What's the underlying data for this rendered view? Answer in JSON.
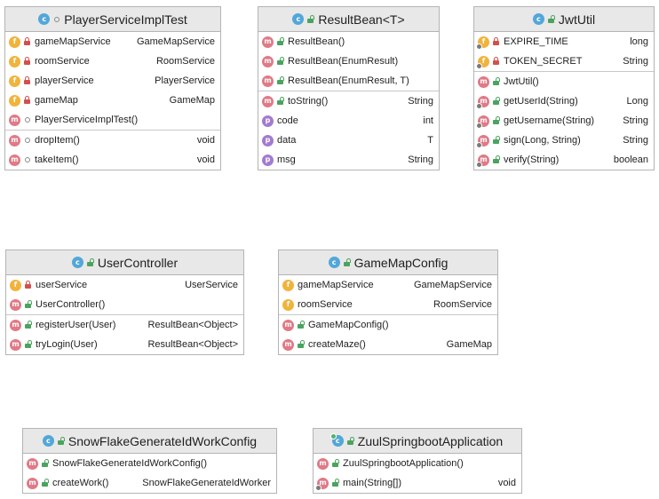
{
  "classes": [
    {
      "name": "PlayerServiceImplTest",
      "kind_icon": "class-icon",
      "vis": "package",
      "sections": [
        [
          {
            "k": "f",
            "v": "private",
            "n": "gameMapService",
            "t": "GameMapService"
          },
          {
            "k": "f",
            "v": "private",
            "n": "roomService",
            "t": "RoomService"
          },
          {
            "k": "f",
            "v": "private",
            "n": "playerService",
            "t": "PlayerService"
          },
          {
            "k": "f",
            "v": "private",
            "n": "gameMap",
            "t": "GameMap"
          },
          {
            "k": "m",
            "v": "package",
            "n": "PlayerServiceImplTest()",
            "t": ""
          }
        ],
        [
          {
            "k": "m",
            "v": "package",
            "n": "dropItem()",
            "t": "void"
          },
          {
            "k": "m",
            "v": "package",
            "n": "takeItem()",
            "t": "void"
          }
        ]
      ]
    },
    {
      "name": "ResultBean<T>",
      "kind_icon": "class-icon",
      "vis": "public",
      "sections": [
        [
          {
            "k": "m",
            "v": "public",
            "n": "ResultBean()",
            "t": ""
          },
          {
            "k": "m",
            "v": "public",
            "n": "ResultBean(EnumResult)",
            "t": ""
          },
          {
            "k": "m",
            "v": "public",
            "n": "ResultBean(EnumResult, T)",
            "t": ""
          }
        ],
        [
          {
            "k": "m",
            "v": "public",
            "n": "toString()",
            "t": "String"
          },
          {
            "k": "p",
            "v": "none",
            "n": "code",
            "t": "int"
          },
          {
            "k": "p",
            "v": "none",
            "n": "data",
            "t": "T"
          },
          {
            "k": "p",
            "v": "none",
            "n": "msg",
            "t": "String"
          }
        ]
      ]
    },
    {
      "name": "JwtUtil",
      "kind_icon": "class-icon",
      "vis": "public",
      "sections": [
        [
          {
            "k": "f",
            "v": "private",
            "n": "EXPIRE_TIME",
            "t": "long",
            "s": true
          },
          {
            "k": "f",
            "v": "private",
            "n": "TOKEN_SECRET",
            "t": "String",
            "s": true
          }
        ],
        [
          {
            "k": "m",
            "v": "public",
            "n": "JwtUtil()",
            "t": ""
          },
          {
            "k": "m",
            "v": "public",
            "n": "getUserId(String)",
            "t": "Long",
            "s": true
          },
          {
            "k": "m",
            "v": "public",
            "n": "getUsername(String)",
            "t": "String",
            "s": true
          },
          {
            "k": "m",
            "v": "public",
            "n": "sign(Long, String)",
            "t": "String",
            "s": true
          },
          {
            "k": "m",
            "v": "public",
            "n": "verify(String)",
            "t": "boolean",
            "s": true
          }
        ]
      ]
    },
    {
      "name": "UserController",
      "kind_icon": "class-icon",
      "vis": "public",
      "sections": [
        [
          {
            "k": "f",
            "v": "private",
            "n": "userService",
            "t": "UserService"
          },
          {
            "k": "m",
            "v": "public",
            "n": "UserController()",
            "t": ""
          }
        ],
        [
          {
            "k": "m",
            "v": "public",
            "n": "registerUser(User)",
            "t": "ResultBean<Object>"
          },
          {
            "k": "m",
            "v": "public",
            "n": "tryLogin(User)",
            "t": "ResultBean<Object>"
          }
        ]
      ]
    },
    {
      "name": "GameMapConfig",
      "kind_icon": "class-icon",
      "vis": "public",
      "sections": [
        [
          {
            "k": "f",
            "v": "none",
            "n": "gameMapService",
            "t": "GameMapService"
          },
          {
            "k": "f",
            "v": "none",
            "n": "roomService",
            "t": "RoomService"
          }
        ],
        [
          {
            "k": "m",
            "v": "public",
            "n": "GameMapConfig()",
            "t": ""
          },
          {
            "k": "m",
            "v": "public",
            "n": "createMaze()",
            "t": "GameMap"
          }
        ]
      ]
    },
    {
      "name": "SnowFlakeGenerateIdWorkConfig",
      "kind_icon": "class-icon",
      "vis": "public",
      "sections": [
        [
          {
            "k": "m",
            "v": "public",
            "n": "SnowFlakeGenerateIdWorkConfig()",
            "t": ""
          },
          {
            "k": "m",
            "v": "public",
            "n": "createWork()",
            "t": "SnowFlakeGenerateIdWorker"
          }
        ]
      ]
    },
    {
      "name": "ZuulSpringbootApplication",
      "kind_icon": "class-icon",
      "vis": "public",
      "spring": true,
      "sections": [
        [
          {
            "k": "m",
            "v": "public",
            "n": "ZuulSpringbootApplication()",
            "t": ""
          },
          {
            "k": "m",
            "v": "public",
            "n": "main(String[])",
            "t": "void",
            "s": true
          }
        ]
      ]
    }
  ]
}
